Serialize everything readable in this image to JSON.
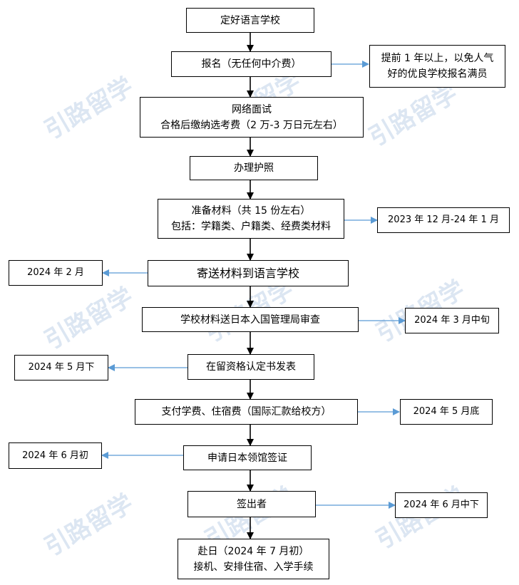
{
  "watermark": "引路留学",
  "steps": {
    "s1": [
      "定好语言学校"
    ],
    "s2": [
      "报名（无任何中介费）"
    ],
    "s3": [
      "网络面试",
      "合格后缴纳选考费（2 万-3 万日元左右）"
    ],
    "s4": [
      "办理护照"
    ],
    "s5": [
      "准备材料（共 15 份左右）",
      "包括：学籍类、户籍类、经费类材料"
    ],
    "s6": [
      "寄送材料到语言学校"
    ],
    "s7": [
      "学校材料送日本入国管理局审查"
    ],
    "s8": [
      "在留资格认定书发表"
    ],
    "s9": [
      "支付学费、住宿费（国际汇款给校方）"
    ],
    "s10": [
      "申请日本领馆签证"
    ],
    "s11": [
      "签出者"
    ],
    "s12": [
      "赴日（2024 年 7 月初）",
      "接机、安排住宿、入学手续"
    ]
  },
  "notes": {
    "n2": [
      "提前 1 年以上，以免人气",
      "好的优良学校报名满员"
    ],
    "n5": [
      "2023 年 12 月-24 年 1 月"
    ],
    "n6": [
      "2024 年 2 月"
    ],
    "n7": [
      "2024 年 3 月中旬"
    ],
    "n8": [
      "2024 年 5 月下"
    ],
    "n9": [
      "2024 年 5 月底"
    ],
    "n10": [
      "2024 年 6 月初"
    ],
    "n11": [
      "2024 年 6 月中下"
    ]
  },
  "colors": {
    "main_arrow": "#000000",
    "side_arrow": "#5b9bd5",
    "watermark": "#c5d6ea"
  }
}
